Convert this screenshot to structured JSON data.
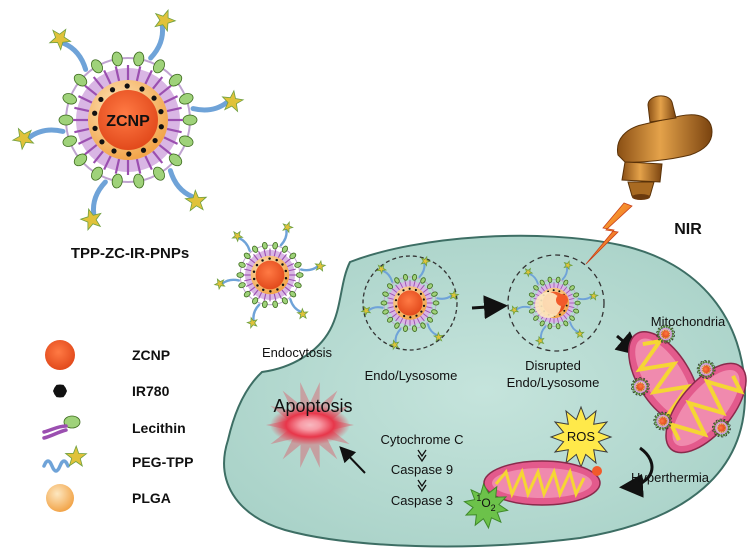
{
  "nanoparticle": {
    "core_label": "ZCNP",
    "name": "TPP-ZC-IR-PNPs"
  },
  "light": {
    "label": "NIR"
  },
  "steps": {
    "endocytosis": "Endocytosis",
    "endo_lysosome": "Endo/Lysosome",
    "disrupted_line1": "Disrupted",
    "disrupted_line2": "Endo/Lysosome",
    "mitochondria": "Mitochondria",
    "ros": "ROS",
    "hyperthermia": "Hyperthermia",
    "apoptosis": "Apoptosis"
  },
  "cascade": {
    "items": [
      "Cytochrome C",
      "Caspase 9",
      "Caspase 3"
    ],
    "singlet_oxygen_sup": "1",
    "singlet_oxygen": "O",
    "singlet_oxygen_sub": "2"
  },
  "legend": [
    {
      "label": "ZCNP",
      "icon": "red-sphere-icon",
      "color": "#f25a2a"
    },
    {
      "label": "IR780",
      "icon": "black-hexagon-icon",
      "color": "#111111"
    },
    {
      "label": "Lecithin",
      "icon": "lecithin-molecule-icon",
      "color": "#9b4fb0"
    },
    {
      "label": "PEG-TPP",
      "icon": "peg-tpp-icon",
      "color": "#6fa3d8"
    },
    {
      "label": "PLGA",
      "icon": "plga-sphere-icon",
      "color": "#f6b86a"
    }
  ],
  "colors": {
    "cell": "#b9dcd3",
    "cell_border": "#3d6e64",
    "core": "#f25a2a",
    "plga": "#f6b86a",
    "lecithin": "#9b4fb0",
    "peg": "#6fa3d8",
    "tpp": "#e0c23a",
    "mito_outer": "#e35a8c",
    "mito_cristae": "#f5d634",
    "ros": "#ffe94a",
    "apoptosis": "#e8364a",
    "laser": "#c8822a"
  }
}
